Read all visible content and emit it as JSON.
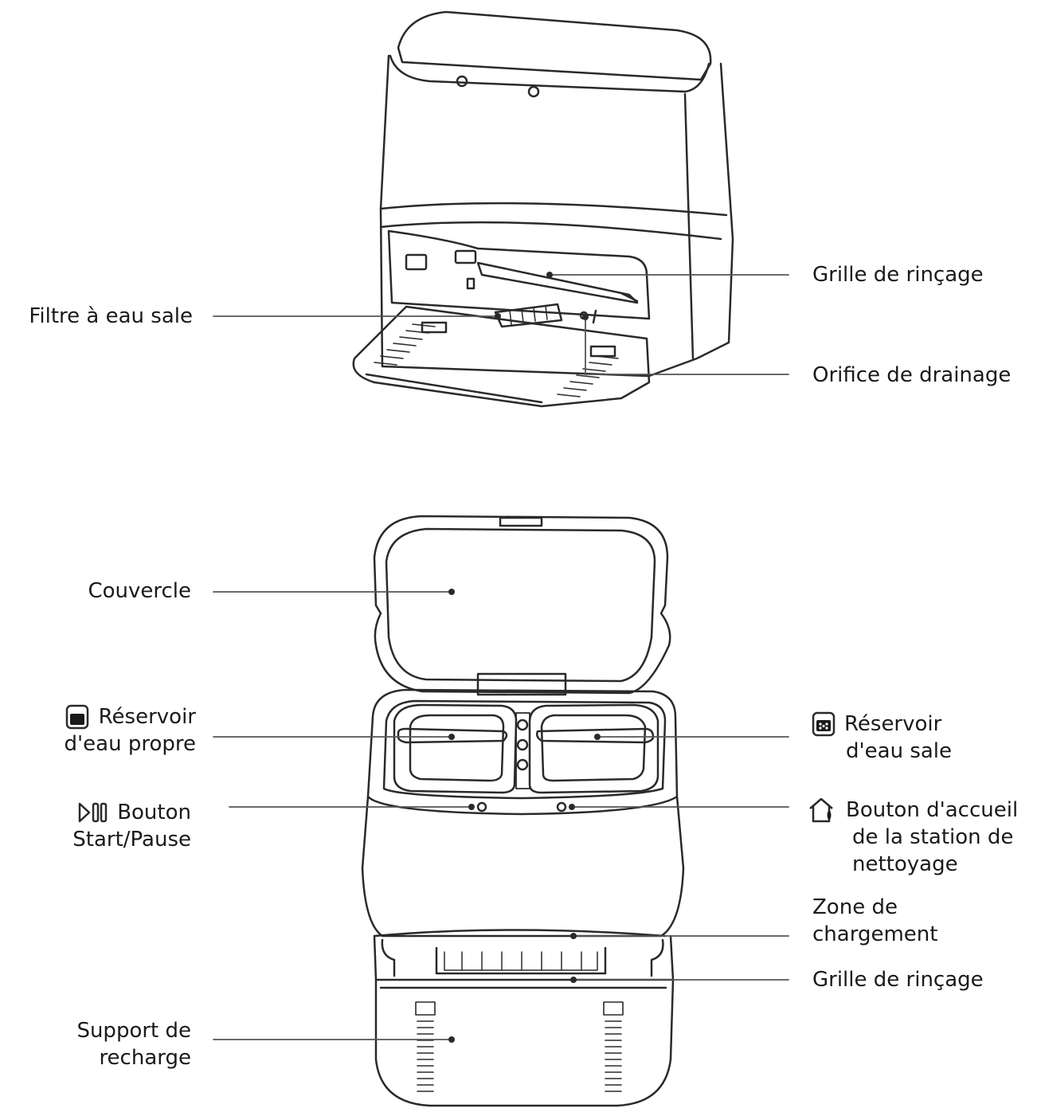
{
  "colors": {
    "stroke": "#2a2a2a",
    "text": "#1a1a1a",
    "leader": "#555555",
    "background": "#ffffff"
  },
  "top_view": {
    "label_grille_rincage": "Grille de rinçage",
    "label_filtre": "Filtre à eau sale",
    "label_orifice": "Orifice de drainage"
  },
  "bottom_view": {
    "label_couvercle": "Couvercle",
    "label_reservoir_propre_1": "Réservoir",
    "label_reservoir_propre_2": "d'eau propre",
    "label_reservoir_sale_1": "Réservoir",
    "label_reservoir_sale_2": "d'eau sale",
    "label_bouton_start_1": "Bouton",
    "label_bouton_start_2": "Start/Pause",
    "label_bouton_accueil_1": "Bouton d'accueil",
    "label_bouton_accueil_2": "de la station de",
    "label_bouton_accueil_3": "nettoyage",
    "label_zone_1": "Zone de",
    "label_zone_2": "chargement",
    "label_grille_rincage": "Grille de rinçage",
    "label_support_1": "Support de",
    "label_support_2": "recharge"
  },
  "icons": {
    "clean_tank": "clean-water-tank-icon",
    "dirty_tank": "dirty-water-tank-icon",
    "start_pause": "start-pause-icon",
    "home_station": "home-station-icon"
  }
}
